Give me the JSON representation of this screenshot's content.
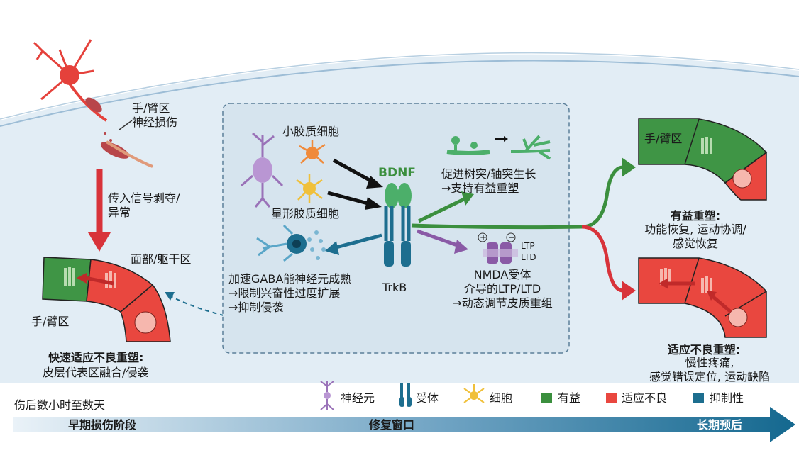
{
  "colors": {
    "beneficial": "#3b8f3e",
    "maladaptive": "#e5413b",
    "inhibitory": "#1d6e8f",
    "neuron": "#9a72b8",
    "receptor": "#1d6e8f",
    "glia": "#f0c03a",
    "cortex_fill": "#dfeaf3",
    "cortex_line": "#8fb4d0"
  },
  "left": {
    "injury_label": "手/臂区\n神经损伤",
    "afferent_label": "传入信号剥夺/\n异常",
    "face_trunk_label": "面部/躯干区",
    "hand_arm_label": "手/臂区",
    "rapid_title": "快速适应不良重塑:",
    "rapid_desc": "皮层代表区融合/侵袭"
  },
  "center": {
    "microglia_label": "小胶质细胞",
    "astrocyte_label": "星形胶质细胞",
    "bdnf_label": "BDNF",
    "trkb_label": "TrkB",
    "growth_label": "促进树突/轴突生长\n→支持有益重塑",
    "gaba_label": "加速GABA能神经元成熟\n→限制兴奋性过度扩展\n→抑制侵袭",
    "nmda_label": "NMDA受体\n介导的LTP/LTD\n→动态调节皮质重组",
    "ltp_label": "LTP",
    "ltd_label": "LTD",
    "plus": "+",
    "minus": "−"
  },
  "right": {
    "hand_arm_label": "手/臂区",
    "beneficial_title": "有益重塑:",
    "beneficial_desc": "功能恢复, 运动协调/\n感觉恢复",
    "maladaptive_title": "适应不良重塑:",
    "maladaptive_desc": "慢性疼痛,\n感觉错误定位, 运动缺陷"
  },
  "legend": {
    "neuron": "神经元",
    "receptor": "受体",
    "cell": "细胞",
    "beneficial": "有益",
    "maladaptive": "适应不良",
    "inhibitory": "抑制性"
  },
  "timeline": {
    "time_note": "伤后数小时至数天",
    "early": "早期损伤阶段",
    "window": "修复窗口",
    "late": "长期预后"
  }
}
